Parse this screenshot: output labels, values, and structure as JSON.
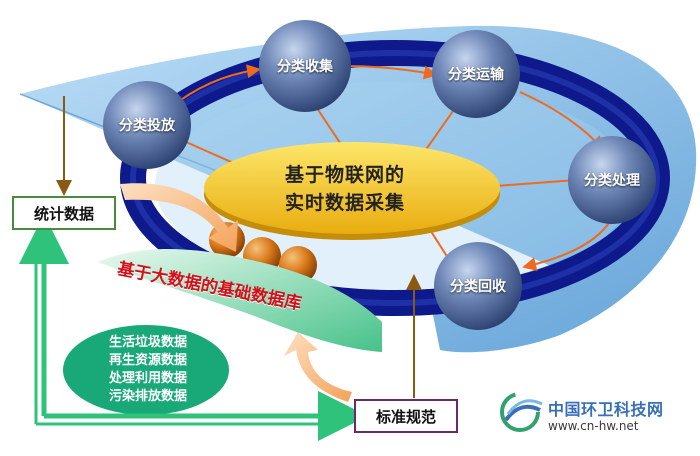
{
  "process_nodes": [
    {
      "label": "分类投放"
    },
    {
      "label": "分类收集"
    },
    {
      "label": "分类运输"
    },
    {
      "label": "分类处理"
    },
    {
      "label": "分类回收"
    }
  ],
  "core": {
    "line1": "基于物联网的",
    "line2": "实时数据采集"
  },
  "bigdata": {
    "title": "基于大数据的基础数据库",
    "items": [
      "生活垃圾数据",
      "再生资源数据",
      "处理利用数据",
      "污染排放数据"
    ]
  },
  "stats_box": "统计数据",
  "standard_box": "标准规范",
  "watermark": {
    "name": "中国环卫科技网",
    "url": "www.cn-hw.net"
  },
  "colors": {
    "platform": "#8ec3ea",
    "ring": "#0e1a8c",
    "node": "#4e6a9e",
    "core": "#f3c21e",
    "spheres": "#d9791b",
    "fan": "#7ed0a8",
    "data_ellipse": "#19a878",
    "green_arrows": "#2fc27a",
    "title_red": "#d40f1a"
  }
}
